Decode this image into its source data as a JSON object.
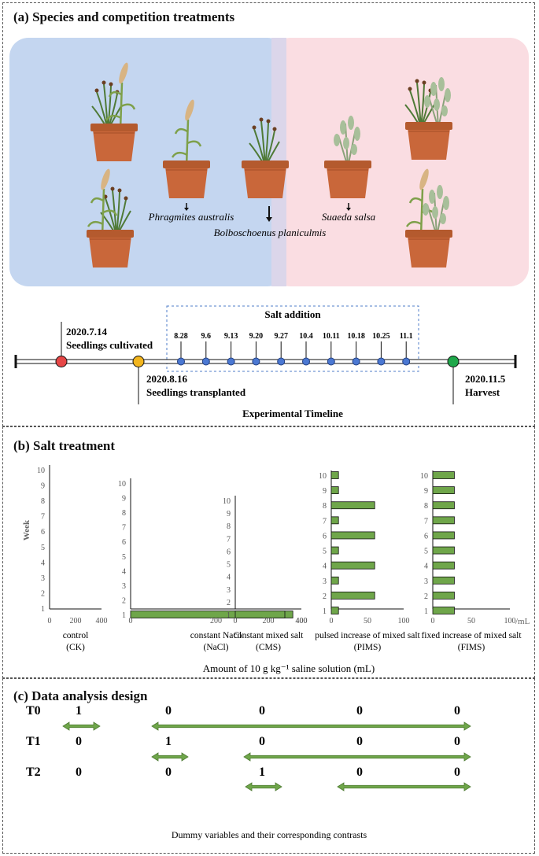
{
  "panels": {
    "a": {
      "title": "(a) Species and competition treatments"
    },
    "b": {
      "title": "(b) Salt treatment"
    },
    "c": {
      "title": "(c) Data analysis design"
    }
  },
  "species": {
    "phragmites": "Phragmites australis",
    "bolboschoenus": "Bolboschoenus planiculmis",
    "suaeda": "Suaeda salsa"
  },
  "colors": {
    "blue_panel": "#c4d6f0",
    "pink_panel": "#fadde2",
    "pot": "#c9673a",
    "red_dot": "#e64646",
    "yellow_dot": "#f2b51e",
    "blue_dot": "#4b78d2",
    "green_dot": "#1fa84a",
    "bar_green": "#6fa64a",
    "arrow_green": "#6fa64a"
  },
  "timeline": {
    "title": "Experimental Timeline",
    "salt_box_label": "Salt addition",
    "events": [
      {
        "date": "2020.7.14",
        "label": "Seedlings cultivated"
      },
      {
        "date": "2020.8.16",
        "label": "Seedlings transplanted"
      },
      {
        "date": "2020.11.5",
        "label": "Harvest"
      }
    ],
    "salt_dates": [
      "8.28",
      "9.6",
      "9.13",
      "9.20",
      "9.27",
      "10.4",
      "10.11",
      "10.18",
      "10.25",
      "11.1"
    ]
  },
  "chart_data": {
    "type": "bar",
    "orientation": "horizontal",
    "y_axis_title": "Week",
    "x_axis_title": "Amount of 10 g kg⁻¹ saline solution (mL)",
    "unit_label": "/mL",
    "weeks": [
      1,
      2,
      3,
      4,
      5,
      6,
      7,
      8,
      9,
      10
    ],
    "subcharts": [
      {
        "name": "control",
        "code": "(CK)",
        "xmax": 400,
        "ticks": [
          0,
          200,
          400
        ],
        "values": [
          0,
          0,
          0,
          0,
          0,
          0,
          0,
          0,
          0,
          0
        ]
      },
      {
        "name": "constant NaCl",
        "code": "(NaCl)",
        "xmax": 400,
        "ticks": [
          0,
          200,
          400
        ],
        "values": [
          380,
          0,
          0,
          0,
          0,
          0,
          0,
          0,
          0,
          0
        ]
      },
      {
        "name": "constant mixed salt",
        "code": "(CMS)",
        "xmax": 400,
        "ticks": [
          0,
          200,
          400
        ],
        "values": [
          300,
          0,
          0,
          0,
          0,
          0,
          0,
          0,
          0,
          0
        ]
      },
      {
        "name": "pulsed increase of mixed salt",
        "code": "(PIMS)",
        "xmax": 100,
        "ticks": [
          0,
          50,
          100
        ],
        "values": [
          10,
          60,
          10,
          60,
          10,
          60,
          10,
          60,
          10,
          10
        ]
      },
      {
        "name": "fixed increase of mixed salt",
        "code": "(FIMS)",
        "xmax": 100,
        "ticks": [
          0,
          50,
          100
        ],
        "values": [
          28,
          28,
          28,
          28,
          28,
          28,
          28,
          28,
          28,
          28
        ]
      }
    ]
  },
  "design": {
    "caption": "Dummy variables and their corresponding contrasts",
    "rows": [
      {
        "label": "T0",
        "values": [
          "1",
          "0",
          "0",
          "0",
          "0"
        ]
      },
      {
        "label": "T1",
        "values": [
          "0",
          "1",
          "0",
          "0",
          "0"
        ]
      },
      {
        "label": "T2",
        "values": [
          "0",
          "0",
          "1",
          "0",
          "0"
        ]
      }
    ]
  }
}
